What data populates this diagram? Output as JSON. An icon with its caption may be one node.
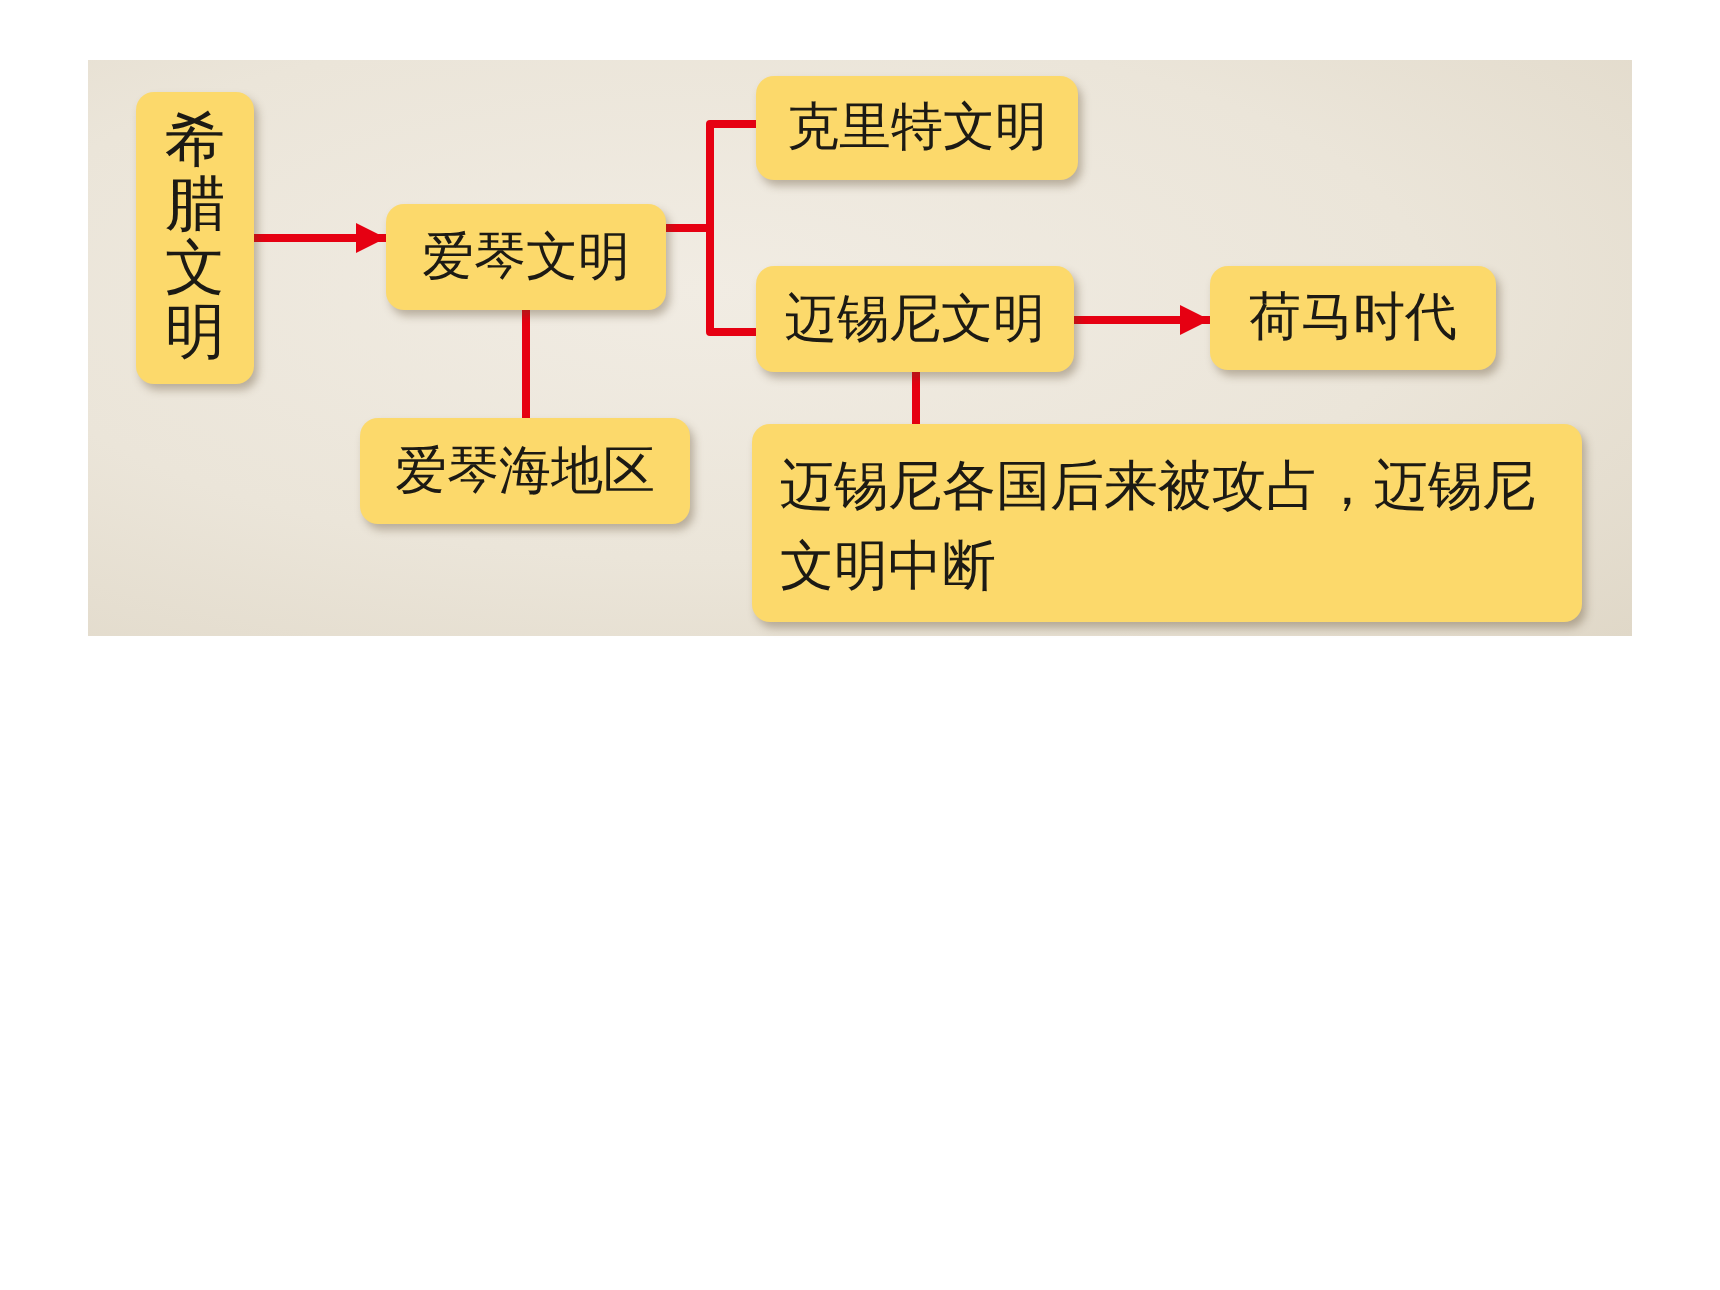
{
  "diagram": {
    "nodes": [
      {
        "text": [
          "希腊文明"
        ]
      },
      {
        "text": [
          "爱琴文明"
        ]
      },
      {
        "text": [
          "爱琴海地区"
        ]
      },
      {
        "text": [
          "克里特文明"
        ]
      },
      {
        "text": [
          "迈锡尼文明"
        ]
      },
      {
        "text": [
          "荷马时代"
        ]
      },
      {
        "text": [
          "迈锡尼各国后来被攻占，迈锡尼文明中断"
        ]
      }
    ],
    "edges": [
      {
        "from": 0,
        "to": 1,
        "arrow": "to"
      },
      {
        "from": 1,
        "to": 2,
        "arrow": "none"
      },
      {
        "from": 1,
        "to": 3,
        "arrow": "none"
      },
      {
        "from": 1,
        "to": 4,
        "arrow": "none"
      },
      {
        "from": 4,
        "to": 5,
        "arrow": "to"
      },
      {
        "from": 4,
        "to": 6,
        "arrow": "none"
      }
    ]
  }
}
